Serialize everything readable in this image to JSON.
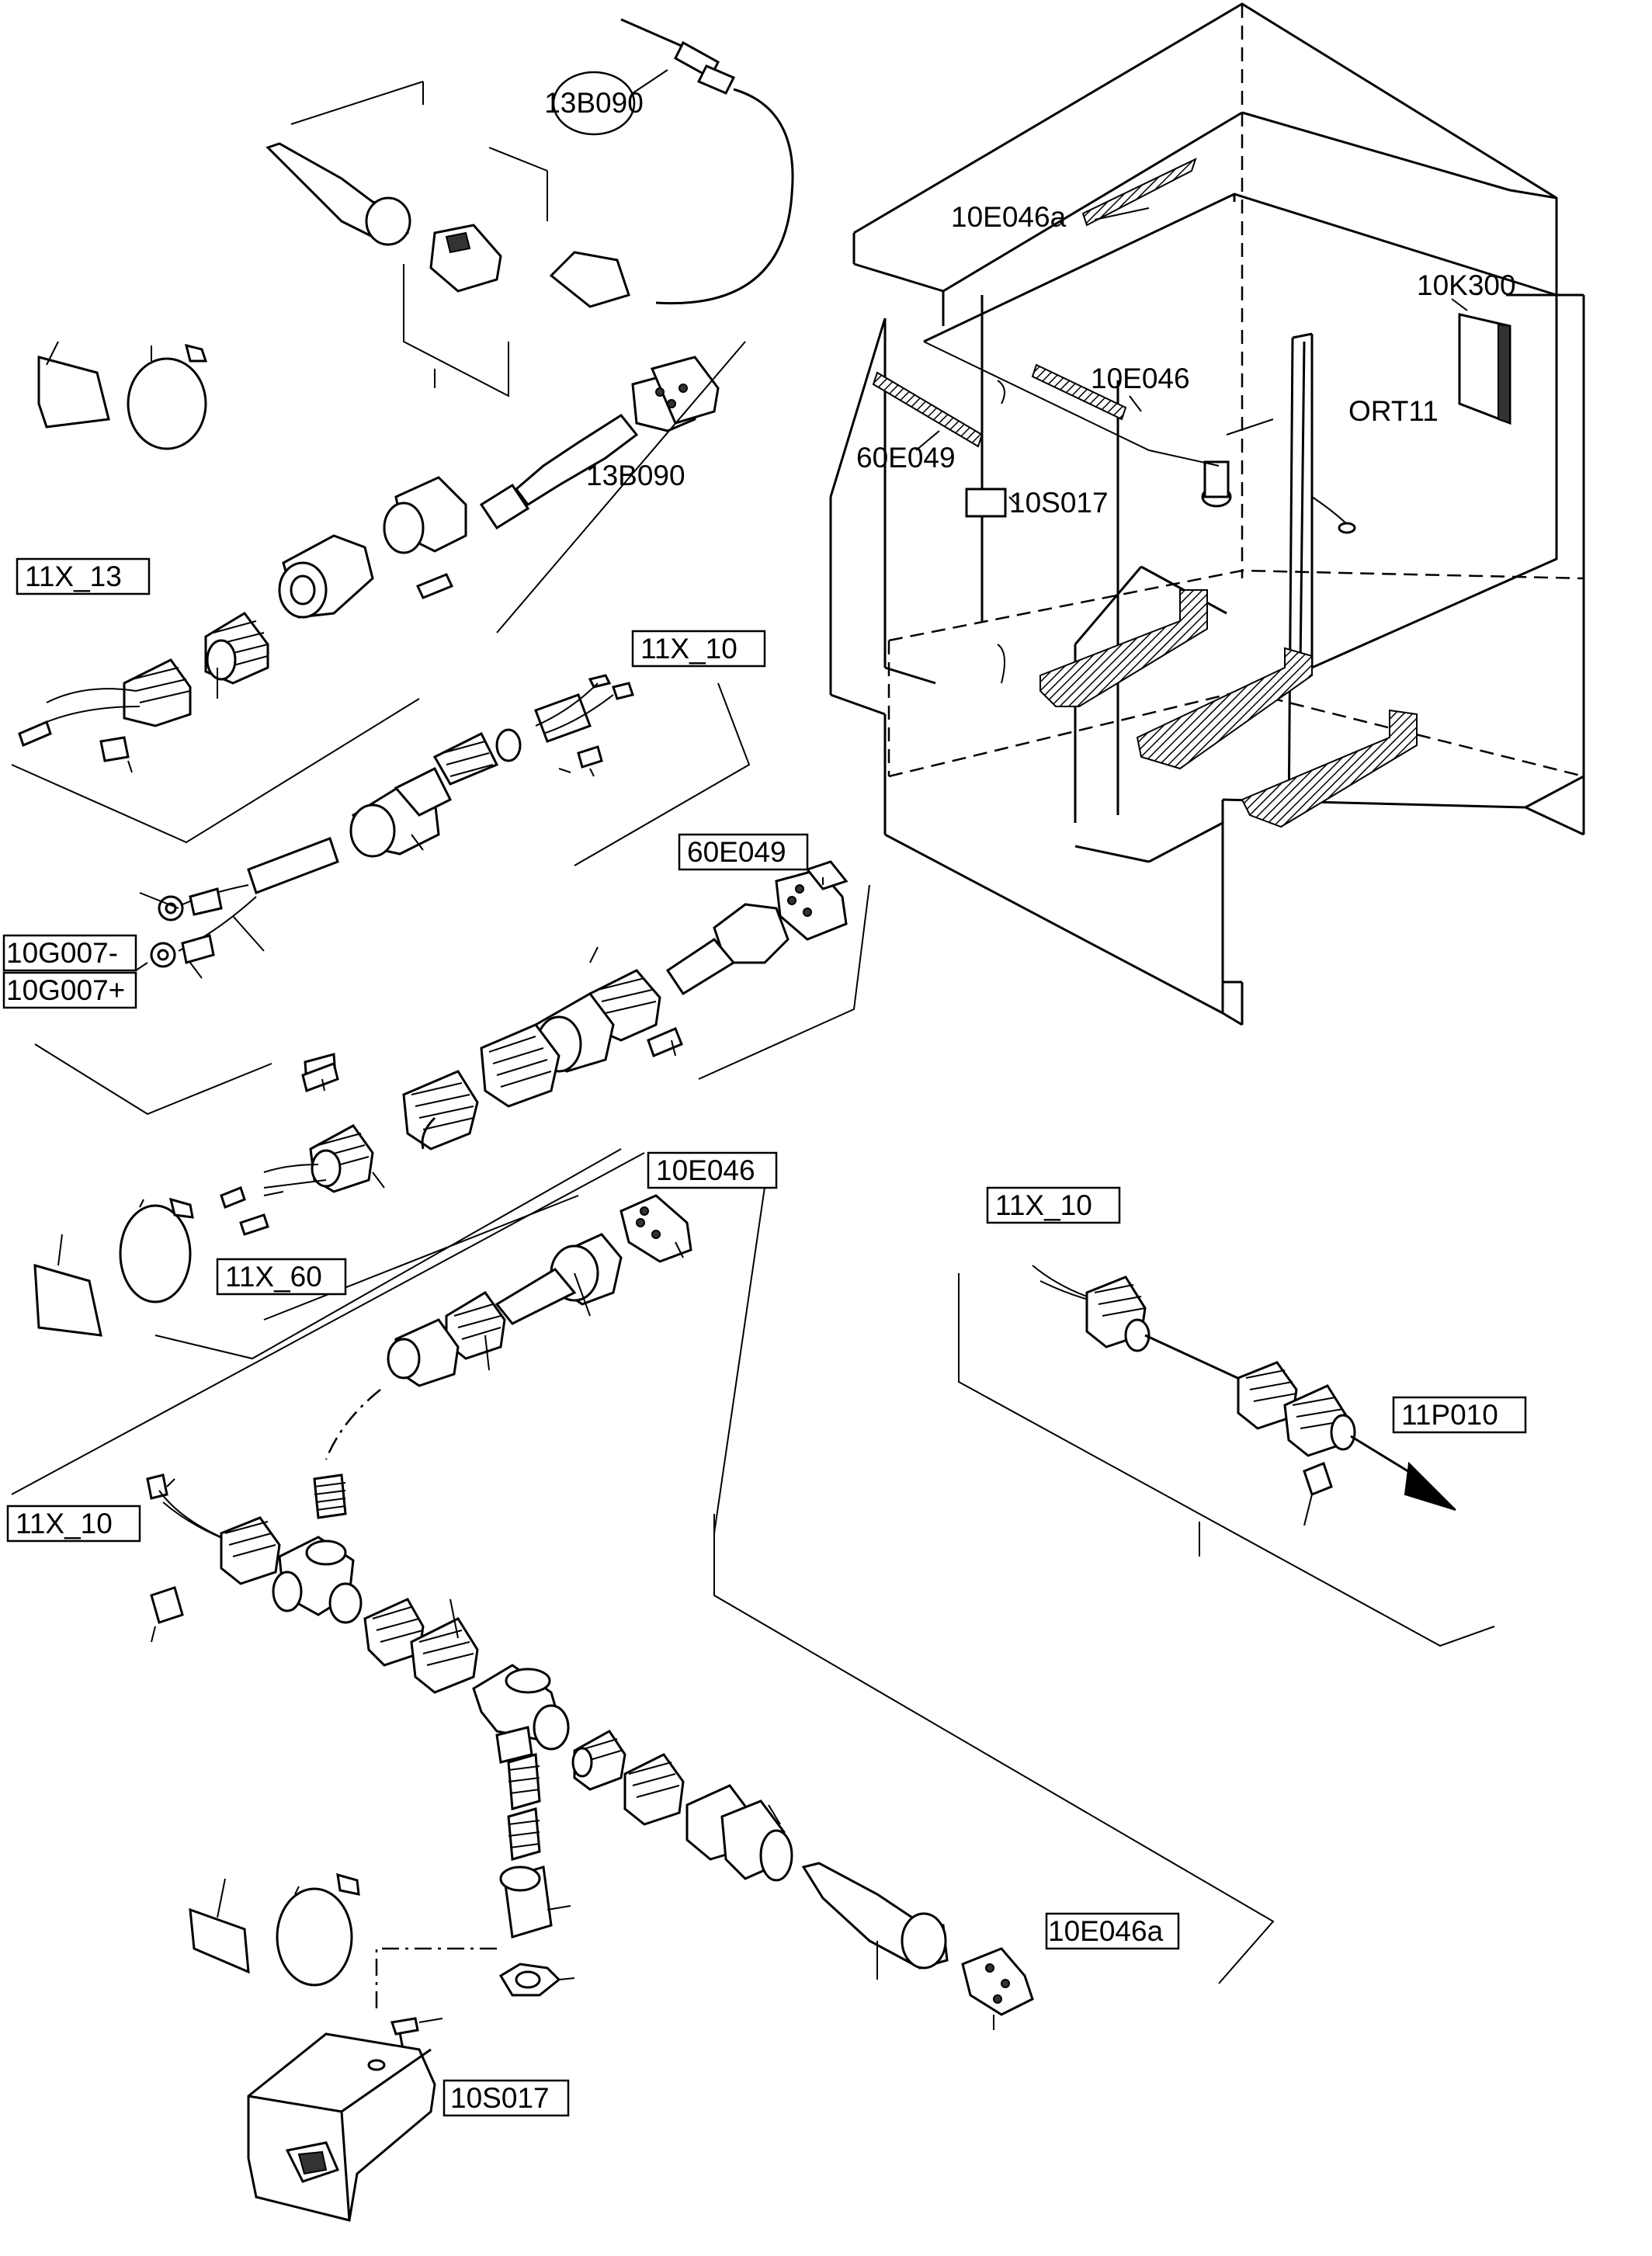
{
  "labels": {
    "b13b090_oval": "13B090",
    "b13b090": "13B090",
    "x11_13": "11X_13",
    "x11_10_a": "11X_10",
    "g007_minus": "10G007-",
    "g007_plus": "10G007+",
    "e049_box": "60E049",
    "x11_60": "11X_60",
    "e046_box": "10E046",
    "x11_10_b": "11X_10",
    "x11_10_c": "11X_10",
    "p010": "11P010",
    "e046a_box": "10E046a",
    "s017_box": "10S017",
    "e046a_top": "10E046a",
    "k300": "10K300",
    "e046_top": "10E046",
    "ort11": "ORT11",
    "e049_top": "60E049",
    "s017_top": "10S017"
  }
}
